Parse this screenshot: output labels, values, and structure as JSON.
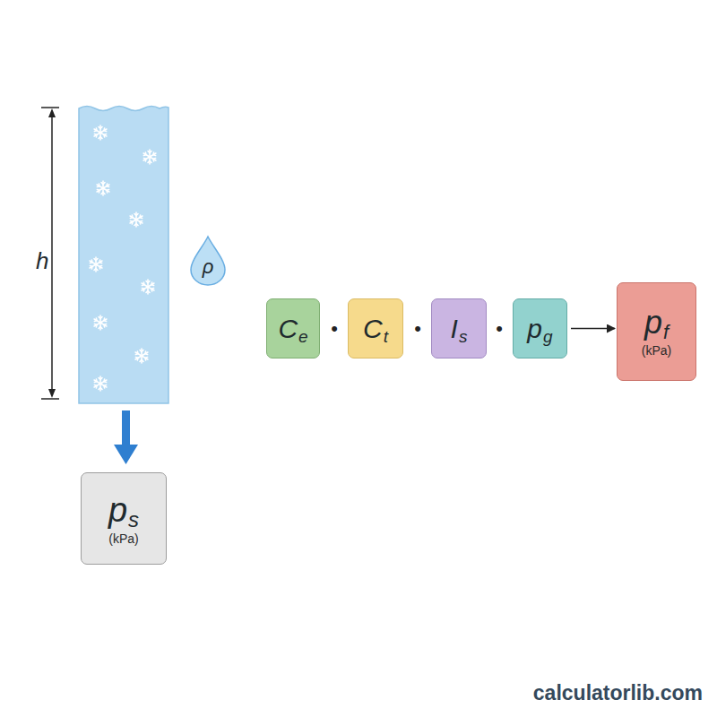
{
  "diagram": {
    "nodes": [
      {
        "text": [
          "ρ"
        ]
      },
      {
        "text": [
          "C",
          "e"
        ]
      },
      {
        "text": [
          "C",
          "t"
        ]
      },
      {
        "text": [
          "I",
          "s"
        ]
      },
      {
        "text": [
          "p",
          "g"
        ]
      },
      {
        "text": [
          "p",
          "f",
          "(kPa)"
        ]
      },
      {
        "text": [
          "p",
          "s",
          "(kPa)"
        ]
      }
    ],
    "edges": [
      {
        "from": 4,
        "to": 5,
        "arrow": "to"
      }
    ],
    "labels": [
      "h",
      "•",
      "•",
      "•",
      "calculatorlib.com"
    ]
  }
}
